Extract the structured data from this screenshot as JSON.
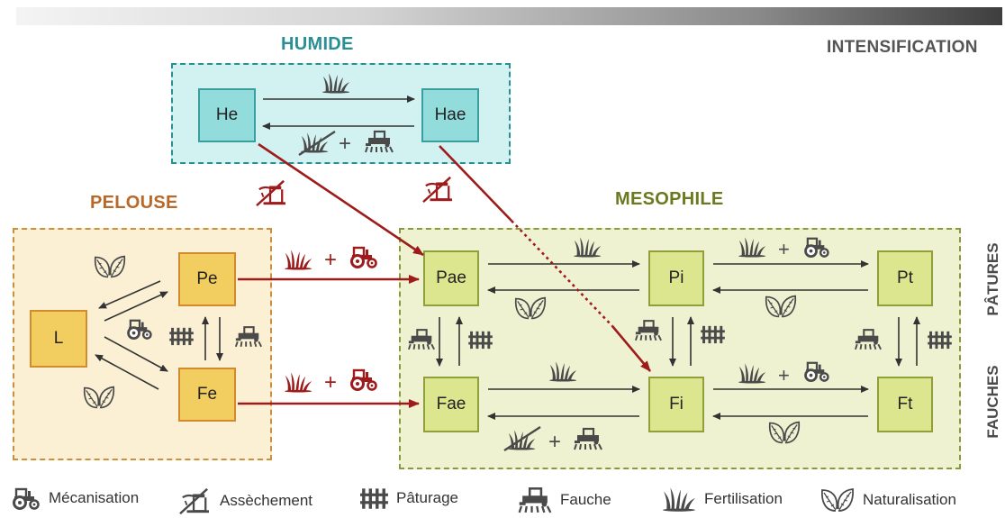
{
  "header": {
    "intensification": "INTENSIFICATION"
  },
  "regions": {
    "humide": "HUMIDE",
    "pelouse": "PELOUSE",
    "mesophile": "MESOPHILE"
  },
  "side_labels": {
    "patures": "PÂTURES",
    "fauches": "FAUCHES"
  },
  "nodes": {
    "he": "He",
    "hae": "Hae",
    "l": "L",
    "pe": "Pe",
    "fe": "Fe",
    "pae": "Pae",
    "pi": "Pi",
    "pt": "Pt",
    "fae": "Fae",
    "fi": "Fi",
    "ft": "Ft"
  },
  "colors": {
    "humide_text": "#2a8f94",
    "pelouse_text": "#b8692a",
    "mesophile_text": "#6b7a1f",
    "arrow_red": "#9e1b1b",
    "arrow_dark": "#333333"
  },
  "legend": [
    {
      "icon": "tractor-icon",
      "label": "Mécanisation"
    },
    {
      "icon": "drainage-icon",
      "label": "Assèchement"
    },
    {
      "icon": "fence-icon",
      "label": "Pâturage"
    },
    {
      "icon": "mower-icon",
      "label": "Fauche"
    },
    {
      "icon": "grass-icon",
      "label": "Fertilisation"
    },
    {
      "icon": "leaf-icon",
      "label": "Naturalisation"
    }
  ],
  "symbols": {
    "plus": "+"
  }
}
